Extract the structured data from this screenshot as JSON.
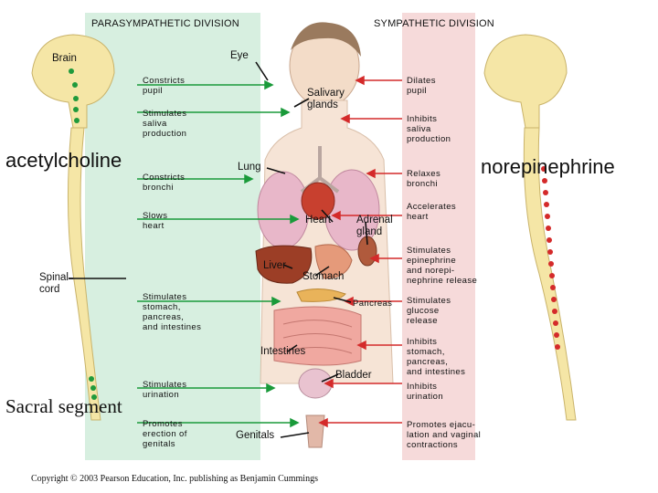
{
  "headers": {
    "parasympathetic": "PARASYMPATHETIC DIVISION",
    "sympathetic": "SYMPATHETIC DIVISION"
  },
  "labels": {
    "brain": "Brain",
    "spinal_cord": "Spinal\ncord",
    "acetylcholine": "acetylcholine",
    "norepinephrine": "norepinephrine",
    "sacral_segment": "Sacral segment",
    "copyright": "Copyright © 2003 Pearson Education, Inc. publishing as Benjamin Cummings"
  },
  "organs": {
    "eye": "Eye",
    "salivary": "Salivary\nglands",
    "lung": "Lung",
    "heart": "Heart",
    "adrenal": "Adrenal\ngland",
    "liver": "Liver",
    "stomach": "Stomach",
    "pancreas": "Pancreas",
    "intestines": "Intestines",
    "bladder": "Bladder",
    "genitals": "Genitals"
  },
  "parasympathetic_effects": [
    "Constricts\npupil",
    "Stimulates\nsaliva\nproduction",
    "Constricts\nbronchi",
    "Slows\nheart",
    "Stimulates\nstomach,\npancreas,\nand intestines",
    "Stimulates\nurination",
    "Promotes\nerection of\ngenitals"
  ],
  "sympathetic_effects": [
    "Dilates\npupil",
    "Inhibits\nsaliva\nproduction",
    "Relaxes\nbronchi",
    "Accelerates\nheart",
    "Stimulates\nepinephrine\nand norepi-\nnephrine release",
    "Stimulates\nglucose\nrelease",
    "Inhibits\nstomach,\npancreas,\nand intestines",
    "Inhibits\nurination",
    "Promotes ejacu-\nlation and vaginal\ncontractions"
  ],
  "colors": {
    "parasympathetic_panel": "#d7efe0",
    "sympathetic_panel": "#f6dada",
    "parasympathetic_line": "#1a9a3a",
    "sympathetic_line": "#d42a2a",
    "spinal_cord": "#f5e6a6",
    "body_skin": "#f3dcc8"
  }
}
